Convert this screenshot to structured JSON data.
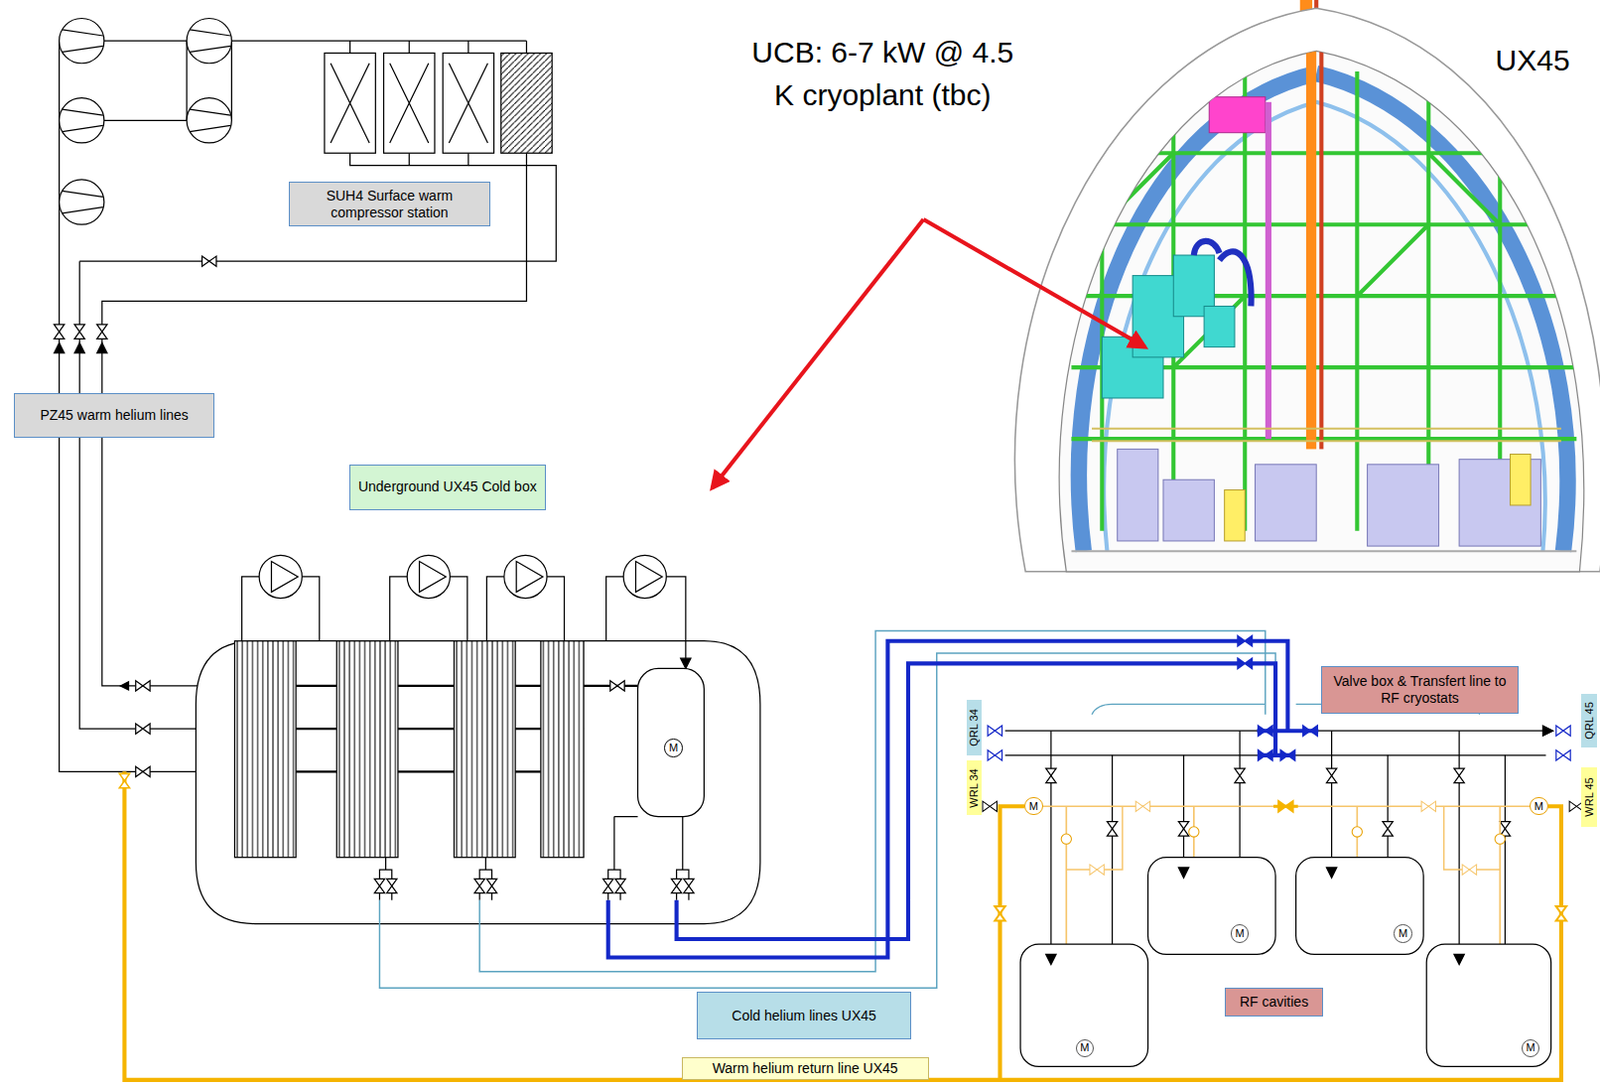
{
  "diagram": {
    "nodes": [
      {
        "text": [
          "SUH4 Surface warm compressor station"
        ]
      },
      {
        "text": [
          "PZ45 warm helium lines"
        ]
      },
      {
        "text": [
          "Underground UX45 Cold box"
        ]
      },
      {
        "text": [
          "Valve box & Transfert line to RF cryostats"
        ]
      },
      {
        "text": [
          "QRL 34"
        ]
      },
      {
        "text": [
          "QRL 45"
        ]
      },
      {
        "text": [
          "M"
        ]
      },
      {
        "text": [
          "WRL 34"
        ]
      },
      {
        "text": [
          "WRL 45"
        ]
      },
      {
        "text": [
          "M"
        ]
      },
      {
        "text": [
          "M"
        ]
      },
      {
        "text": [
          "M"
        ]
      },
      {
        "text": [
          "M"
        ]
      },
      {
        "text": [
          "RF cavities"
        ]
      },
      {
        "text": [
          "Cold helium lines UX45"
        ]
      },
      {
        "text": [
          "M"
        ]
      },
      {
        "text": [
          "M"
        ]
      },
      {
        "text": [
          "Warm helium return line UX45"
        ]
      }
    ],
    "labels": [
      "UCB: 6-7 kW @ 4.5 K cryoplant (tbc)",
      "UX45"
    ]
  }
}
